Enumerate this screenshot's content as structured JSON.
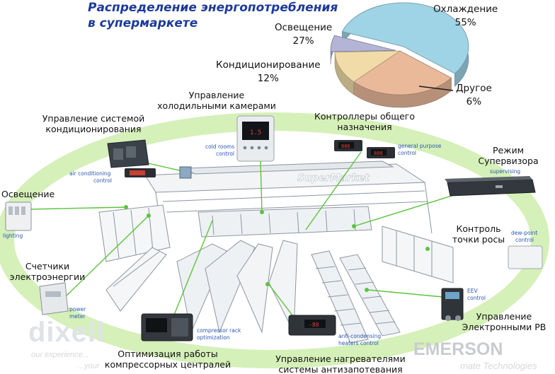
{
  "title": {
    "line1": "Распределение энергопотребления",
    "line2": "в супермаркете"
  },
  "chart_data": {
    "type": "pie",
    "categories": [
      "Охлаждение",
      "Освещение",
      "Кондиционирование",
      "Другое"
    ],
    "values": [
      55,
      27,
      12,
      6
    ],
    "value_labels": [
      "55%",
      "27%",
      "12%",
      "6%"
    ],
    "colors": [
      "#9fd3e6",
      "#e9b99a",
      "#f1dca9",
      "#b3b4d6"
    ]
  },
  "labels": {
    "ac_control": [
      "Управление системой",
      "кондиционирования"
    ],
    "cold_rooms": [
      "Управление",
      "холодильными камерами"
    ],
    "general_controllers": [
      "Контроллеры общего",
      "назначения"
    ],
    "supervisor": [
      "Режим",
      "Супервизора"
    ],
    "lighting": [
      "Освещение"
    ],
    "dew_point": [
      "Контроль",
      "точки росы"
    ],
    "energy_meters": [
      "Счетчики",
      "электроэнергии"
    ],
    "eev_control": [
      "Управление",
      "Электронными РВ"
    ],
    "compressor": [
      "Оптимизация работы",
      "компрессорных централей"
    ],
    "heaters": [
      "Управление нагревателями",
      "системы антизапотевания"
    ]
  },
  "device_tags": {
    "ac": [
      "air conditioning",
      "control"
    ],
    "cold_rooms": [
      "cold rooms",
      "control"
    ],
    "general": [
      "general purpose",
      "control"
    ],
    "supervising": [
      "supervising"
    ],
    "lighting": [
      "lighting"
    ],
    "dew_point": [
      "dew-point",
      "control"
    ],
    "power_meter": [
      "power",
      "meter"
    ],
    "eev": [
      "EEV",
      "control"
    ],
    "compressor": [
      "compressor rack",
      "optimization"
    ],
    "heaters": [
      "anti-condensing",
      "heaters control"
    ]
  },
  "store_sign": "SuperMarket",
  "colors": {
    "title_blue": "#1d3a9a",
    "ring_green": "#d5f0b8",
    "link_green": "#5cc43c",
    "device_dark": "#2a2e33",
    "display_red": "#e53a2a"
  },
  "branding": {
    "left_logo": "dixell",
    "left_slogan": [
      "our experience...",
      "...your"
    ],
    "right_logo": "EMERSON",
    "right_slogan": "mate Technologies"
  }
}
